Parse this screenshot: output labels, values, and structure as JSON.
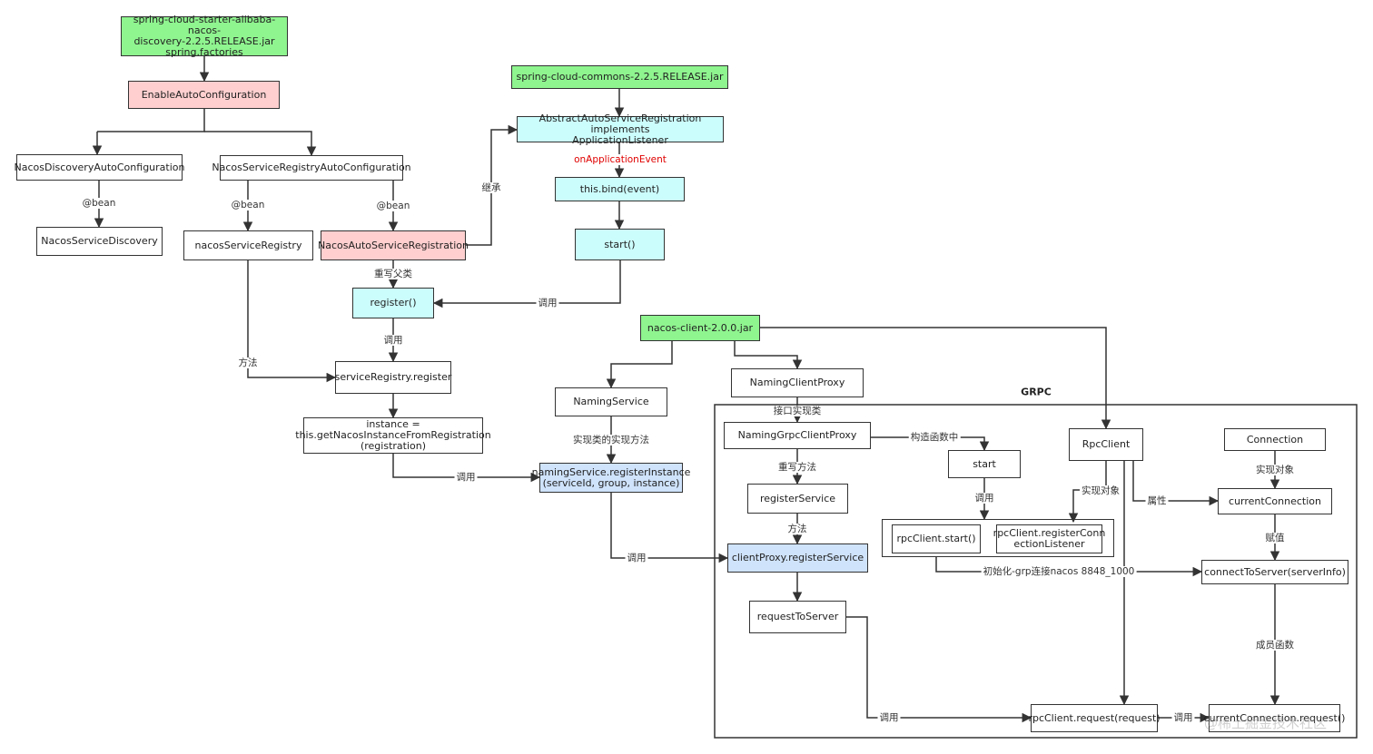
{
  "nodes": {
    "starter_jar": "spring-cloud-starter-alibaba-nacos-\ndiscovery-2.2.5.RELEASE.jar\nspring.factories",
    "enable_auto_config": "EnableAutoConfiguration",
    "discovery_auto_config": "NacosDiscoveryAutoConfiguration",
    "registry_auto_config": "NacosServiceRegistryAutoConfiguration",
    "service_discovery": "NacosServiceDiscovery",
    "service_registry": "nacosServiceRegistry",
    "auto_service_registration": "NacosAutoServiceRegistration",
    "commons_jar": "spring-cloud-commons-2.2.5.RELEASE.jar",
    "abstract_registration": "AbstractAutoServiceRegistration implements\nApplicationListener",
    "this_bind": "this.bind(event)",
    "start": "start()",
    "register": "register()",
    "registry_register": "serviceRegistry.register",
    "instance_from_registration": "instance =\nthis.getNacosInstanceFromRegistration\n(registration)",
    "nacos_client_jar": "nacos-client-2.0.0.jar",
    "naming_service": "NamingService",
    "naming_register_instance": "namingService.registerInstance\n(serviceId, group, instance)",
    "naming_client_proxy": "NamingClientProxy",
    "naming_grpc_client_proxy": "NamingGrpcClientProxy",
    "register_service": "registerService",
    "client_proxy_register_service": "clientProxy.registerService",
    "request_to_server": "requestToServer",
    "grpc_start": "start",
    "rpc_client_start": "rpcClient.start()",
    "rpc_register_conn_listener": "rpcClient.registerConn\nectionListener",
    "rpc_client": "RpcClient",
    "connection": "Connection",
    "current_connection": "currentConnection",
    "connect_to_server": "connectToServer(serverInfo)",
    "rpc_client_request": "rpcClient.request(request)",
    "current_connection_request": "currentConnection.request()"
  },
  "labels": {
    "bean1": "@bean",
    "bean2": "@bean",
    "bean3": "@bean",
    "inherit": "继承",
    "on_app_event": "onApplicationEvent",
    "override_parent": "重写父类",
    "call_register": "调用",
    "call_registry": "调用",
    "method1": "方法",
    "call_naming": "调用",
    "impl_method": "实现类的实现方法",
    "call_proxy": "调用",
    "interface_impl": "接口实现类",
    "constructor": "构造函数中",
    "override_method": "重写方法",
    "method2": "方法",
    "call_start": "调用",
    "impl_object1": "实现对象",
    "attribute": "属性",
    "impl_object2": "实现对象",
    "assign": "赋值",
    "init_grpc": "初始化-grp连接nacos 8848_1000",
    "member_function": "成员函数",
    "call_request": "调用",
    "call_conn_request": "调用"
  },
  "group": {
    "title": "GRPC"
  },
  "watermark": "@稀土掘金技术社区",
  "colors": {
    "green": "#8ff58f",
    "pink": "#ffcfcf",
    "cyan": "#ccfdfd",
    "blue": "#cfe3fb",
    "red_label": "#e00000"
  }
}
